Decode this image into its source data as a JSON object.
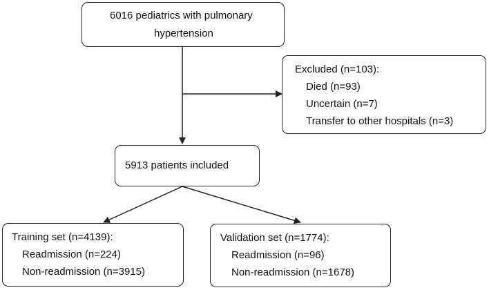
{
  "population": {
    "line1": "6016 pediatrics with pulmonary",
    "line2": "hypertension"
  },
  "excluded": {
    "title": "Excluded (n=103):",
    "items": [
      "Died (n=93)",
      "Uncertain (n=7)",
      "Transfer to other hospitals (n=3)"
    ]
  },
  "included": {
    "label": "5913 patients included"
  },
  "training": {
    "title": "Training set (n=4139):",
    "items": [
      "Readmission (n=224)",
      "Non-readmission (n=3915)"
    ]
  },
  "validation": {
    "title": "Validation set (n=1774):",
    "items": [
      "Readmission (n=96)",
      "Non-readmission (n=1678)"
    ]
  },
  "colors": {
    "stroke": "#222222",
    "background": "#ffffff",
    "text": "#111111"
  }
}
